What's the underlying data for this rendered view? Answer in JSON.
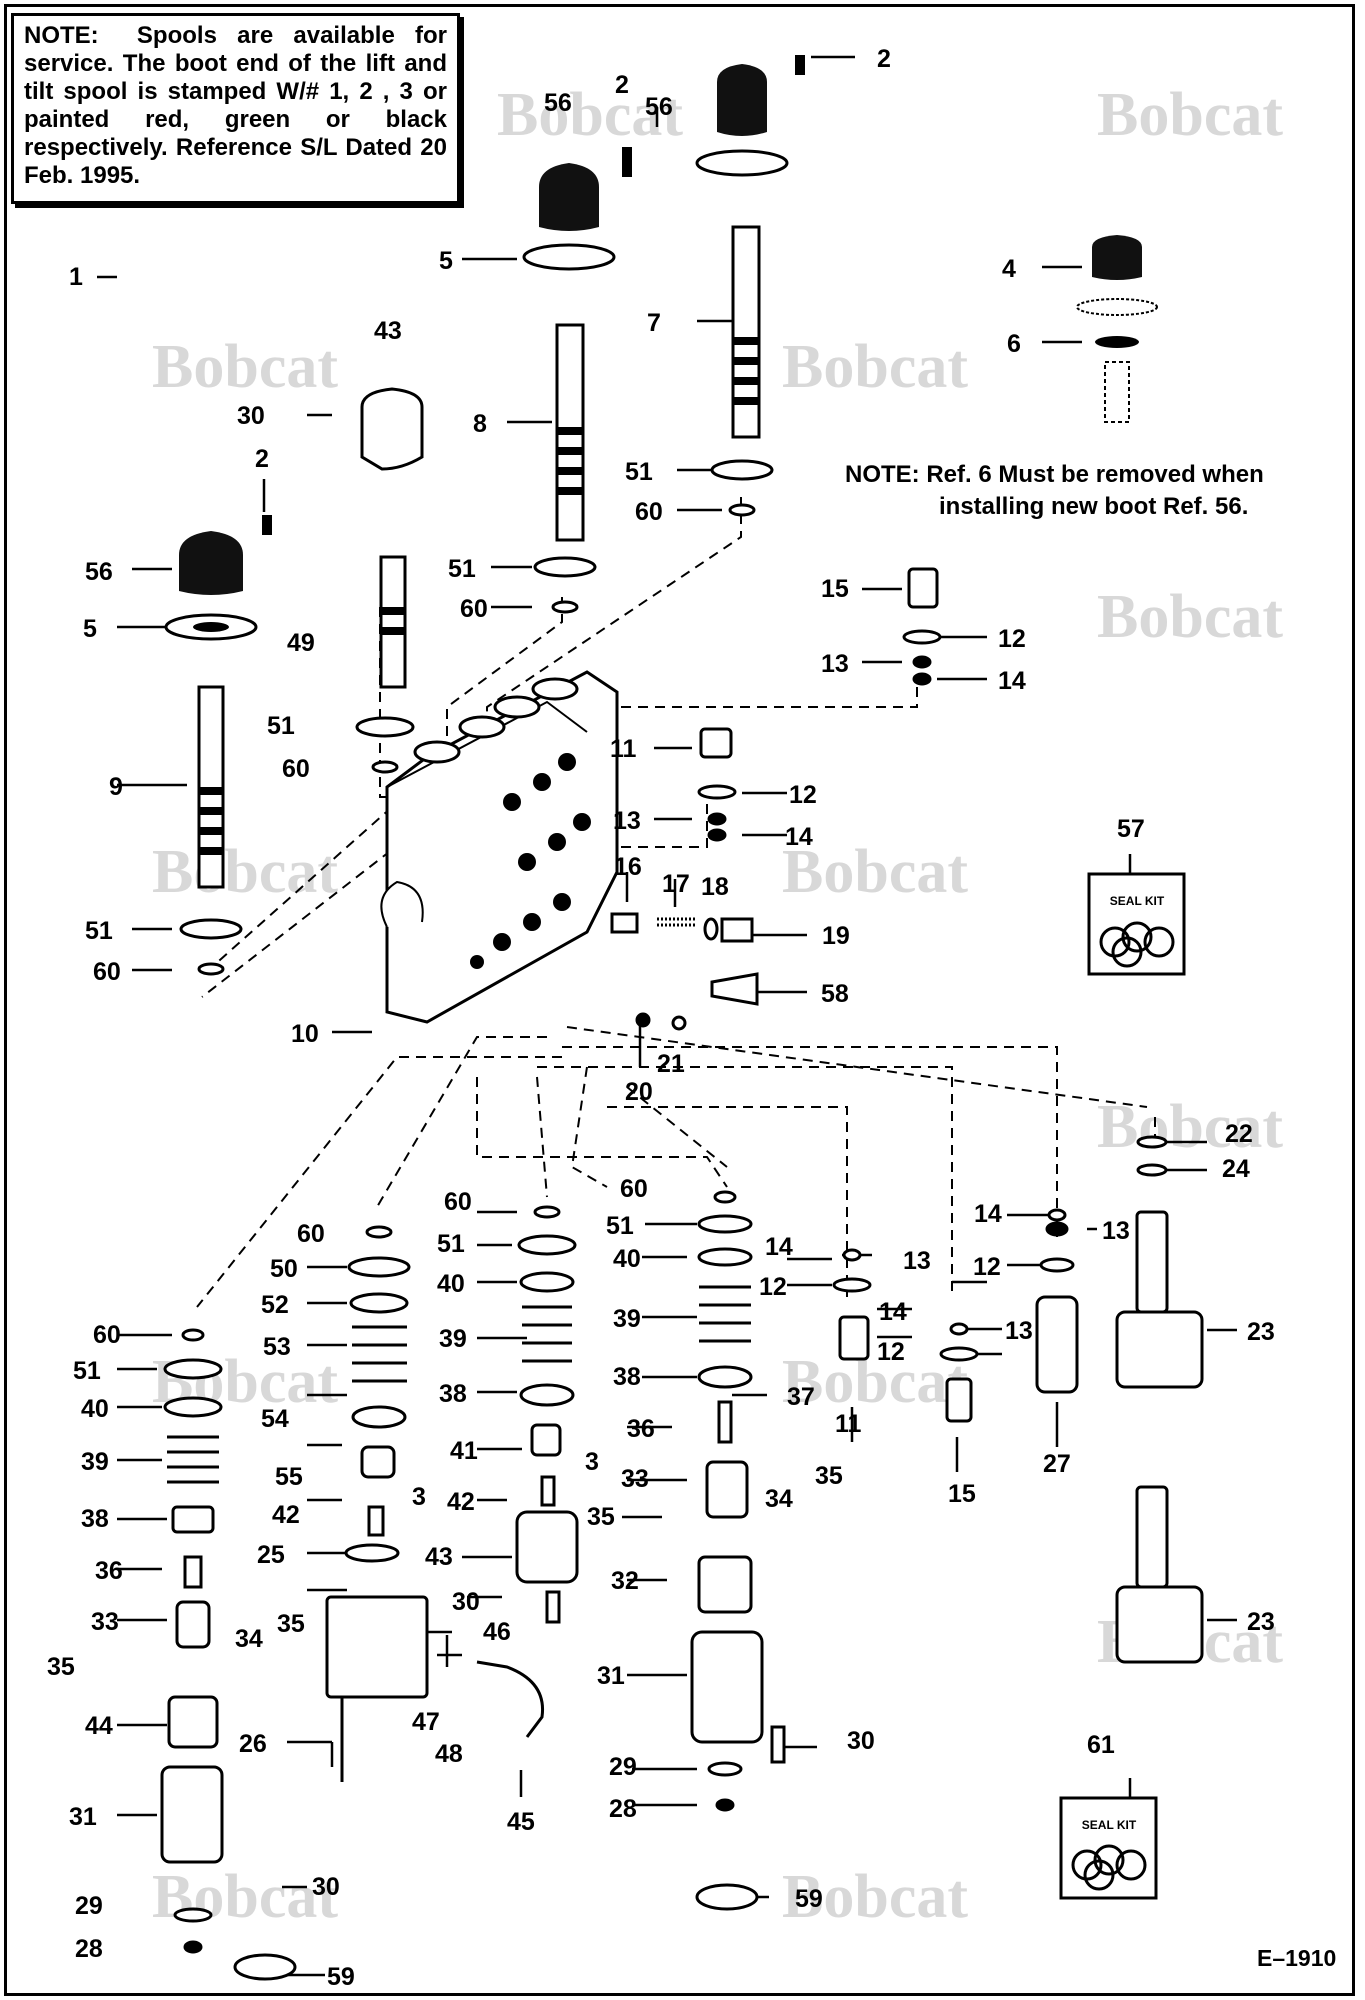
{
  "note_top": {
    "lead": "NOTE:",
    "body": "Spools are available for service. The boot end of the lift and tilt spool is stamped W/# 1, 2 , 3 or painted red, green or black respectively. Reference S/L Dated 20 Feb. 1995."
  },
  "note_ref6": {
    "line1": "NOTE: Ref. 6 Must be removed when",
    "line2": "installing new boot Ref. 56."
  },
  "watermark": "Bobcat",
  "seal_kit_label": "SEAL KIT",
  "drawing_ref": "E–1910",
  "callouts": [
    "1",
    "2",
    "3",
    "4",
    "5",
    "6",
    "7",
    "8",
    "9",
    "10",
    "11",
    "12",
    "13",
    "14",
    "15",
    "16",
    "17",
    "18",
    "19",
    "20",
    "21",
    "22",
    "23",
    "24",
    "25",
    "26",
    "27",
    "28",
    "29",
    "30",
    "31",
    "32",
    "33",
    "34",
    "35",
    "36",
    "37",
    "38",
    "39",
    "40",
    "41",
    "42",
    "43",
    "44",
    "45",
    "46",
    "47",
    "48",
    "49",
    "50",
    "51",
    "52",
    "53",
    "54",
    "55",
    "56",
    "57",
    "58",
    "59",
    "60",
    "61"
  ]
}
